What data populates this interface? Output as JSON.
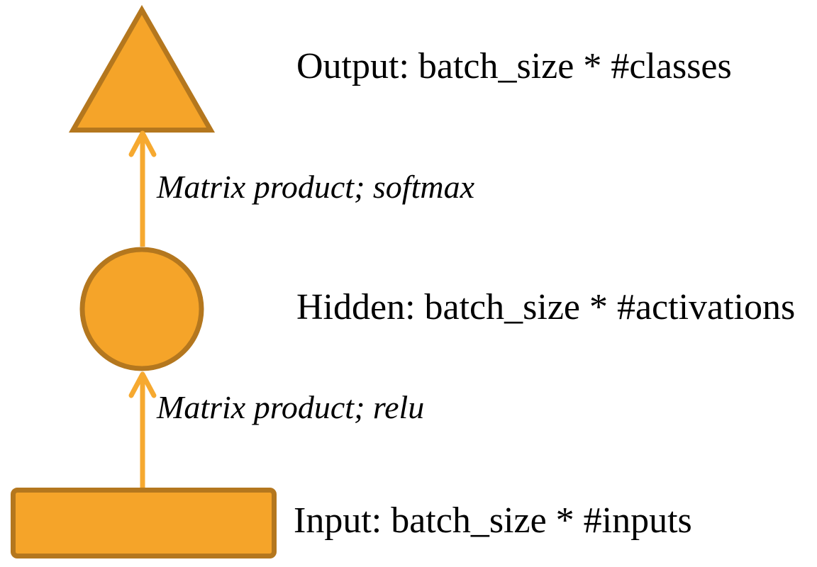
{
  "diagram": {
    "title": "",
    "colors": {
      "shape_fill": "#F5A429",
      "shape_border": "#B4771E",
      "arrow": "#F6A930",
      "text": "#000000",
      "background": "#FFFFFF"
    },
    "nodes": [
      {
        "id": "output",
        "shape": "triangle",
        "label": "Output: batch_size * #classes"
      },
      {
        "id": "hidden",
        "shape": "circle",
        "label": "Hidden: batch_size * #activations"
      },
      {
        "id": "input",
        "shape": "rectangle",
        "label": "Input: batch_size * #inputs"
      }
    ],
    "edges": [
      {
        "from": "hidden",
        "to": "output",
        "label": "Matrix product; softmax"
      },
      {
        "from": "input",
        "to": "hidden",
        "label": "Matrix product; relu"
      }
    ]
  }
}
